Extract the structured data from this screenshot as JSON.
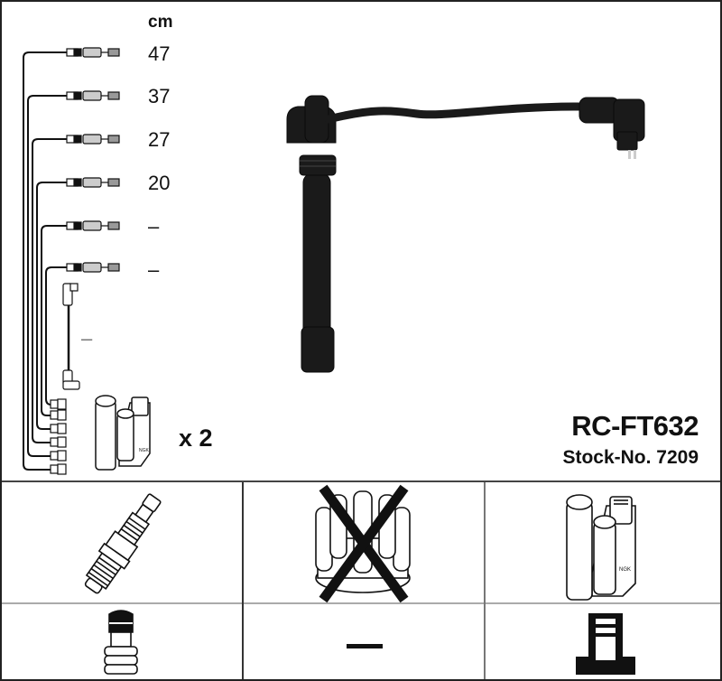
{
  "product": {
    "code": "RC-FT632",
    "stock_label": "Stock-No. 7209"
  },
  "cable_lengths": {
    "unit": "cm",
    "items": [
      {
        "label": "47"
      },
      {
        "label": "37"
      },
      {
        "label": "27"
      },
      {
        "label": "20"
      },
      {
        "label": "–"
      },
      {
        "label": "–"
      },
      {
        "label": "–"
      }
    ]
  },
  "coil": {
    "quantity_label": "x 2"
  },
  "compatibility_grid": {
    "cells": [
      {
        "name": "spark-plug",
        "status": "included"
      },
      {
        "name": "distributor-cap",
        "status": "excluded"
      },
      {
        "name": "ignition-coil",
        "status": "included"
      },
      {
        "name": "spark-plug-terminal",
        "status": "included"
      },
      {
        "name": "distributor-terminal",
        "status": "none",
        "label": "—"
      },
      {
        "name": "coil-terminal",
        "status": "included"
      }
    ]
  },
  "colors": {
    "border": "#222222",
    "ink": "#111111",
    "grid_divider": "#aaaaaa"
  }
}
